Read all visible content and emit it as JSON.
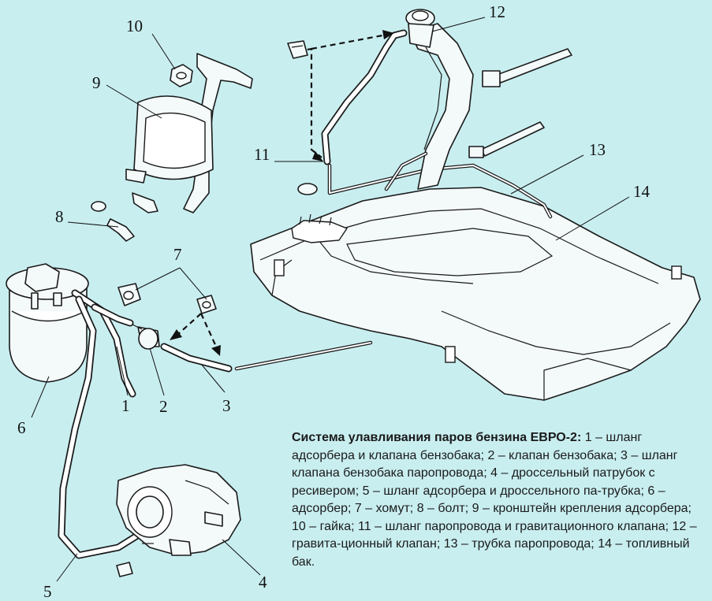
{
  "callouts": [
    {
      "id": "1",
      "text": "1"
    },
    {
      "id": "2",
      "text": "2"
    },
    {
      "id": "3",
      "text": "3"
    },
    {
      "id": "4",
      "text": "4"
    },
    {
      "id": "5",
      "text": "5"
    },
    {
      "id": "6",
      "text": "6"
    },
    {
      "id": "7",
      "text": "7"
    },
    {
      "id": "8",
      "text": "8"
    },
    {
      "id": "9",
      "text": "9"
    },
    {
      "id": "10",
      "text": "10"
    },
    {
      "id": "11",
      "text": "11"
    },
    {
      "id": "12",
      "text": "12"
    },
    {
      "id": "13",
      "text": "13"
    },
    {
      "id": "14",
      "text": "14"
    }
  ],
  "caption": {
    "title": "Система улавливания паров бензина ЕВРО-2:",
    "body": " 1 – шланг адсорбера и клапана бензобака; 2 – клапан бензобака; 3 – шланг клапана бензобака паропровода; 4 – дроссельный патрубок с ресивером; 5 – шланг адсорбера и дроссельного па-трубка; 6 – адсорбер; 7 – хомут; 8 – болт; 9 – кронштейн крепления адсорбера; 10 – гайка; 11 – шланг паропровода и гравитационного клапана; 12 – гравита-ционный клапан; 13 – трубка паропровода; 14 – топливный бак."
  },
  "colors": {
    "background": "#c9eef0",
    "line": "#1a1a1a",
    "part_fill": "#f4f9f9"
  }
}
